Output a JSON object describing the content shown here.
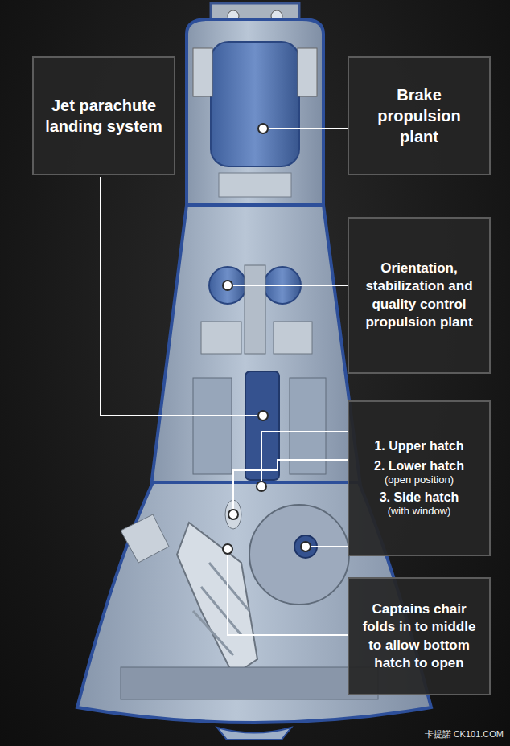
{
  "diagram": {
    "nodes": [
      {
        "text": [
          "Jet parachute landing system"
        ]
      },
      {
        "text": [
          "Brake propulsion plant"
        ]
      },
      {
        "text": [
          "Orientation, stabilization and quality control propulsion plant"
        ]
      },
      {
        "text": [
          "1. Upper hatch",
          "2. Lower hatch",
          "(open position)",
          "3. Side hatch",
          "(with window)"
        ]
      },
      {
        "text": [
          "Captains chair folds in to middle to allow bottom hatch to open"
        ]
      }
    ],
    "labels": [
      "卡提諾 CK101.COM"
    ]
  }
}
